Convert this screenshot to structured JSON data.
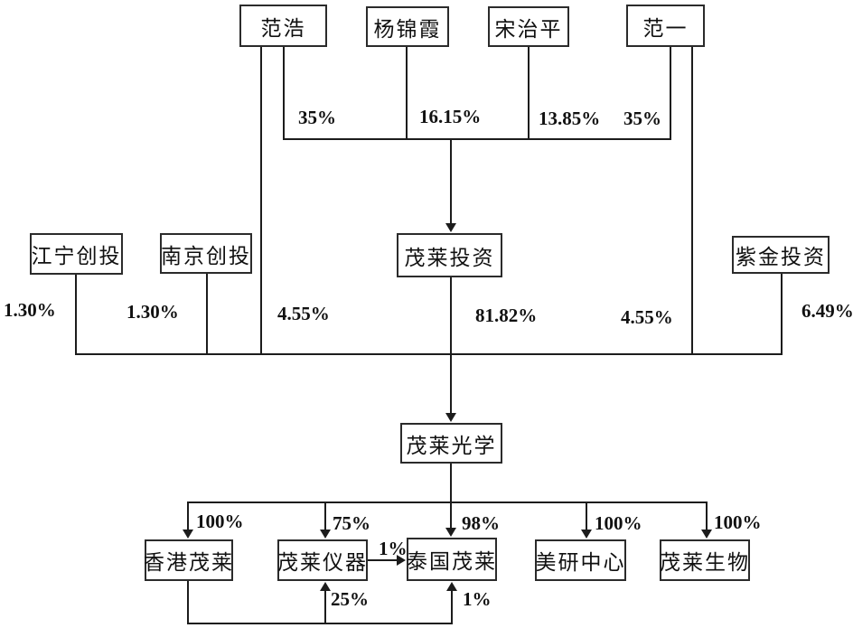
{
  "colors": {
    "background": "#ffffff",
    "line": "#1c1c1c",
    "text": "#111111"
  },
  "nodes": {
    "fan_hao": {
      "label": "范浩"
    },
    "yang_jinxia": {
      "label": "杨锦霞"
    },
    "song_zhiping": {
      "label": "宋治平"
    },
    "fan_yi": {
      "label": "范一"
    },
    "jiangning_chuangtou": {
      "label": "江宁创投"
    },
    "nanjing_chuangtou": {
      "label": "南京创投"
    },
    "maolai_touzi": {
      "label": "茂莱投资"
    },
    "zijin_touzi": {
      "label": "紫金投资"
    },
    "maolai_guangxue": {
      "label": "茂莱光学"
    },
    "xianggang_maolai": {
      "label": "香港茂莱"
    },
    "maolai_yiqi": {
      "label": "茂莱仪器"
    },
    "taiguo_maolai": {
      "label": "泰国茂莱"
    },
    "meiyan_zhongxin": {
      "label": "美研中心"
    },
    "maolai_shengwu": {
      "label": "茂莱生物"
    }
  },
  "edges": {
    "fan_hao_to_maolai_touzi": {
      "percent": "35%"
    },
    "yang_jinxia_to_maolai_touzi": {
      "percent": "16.15%"
    },
    "song_zhiping_to_maolai_touzi": {
      "percent": "13.85%"
    },
    "fan_yi_to_maolai_touzi": {
      "percent": "35%"
    },
    "jiangning_to_maolai_guangxue": {
      "percent": "1.30%"
    },
    "nanjing_to_maolai_guangxue": {
      "percent": "1.30%"
    },
    "fan_hao_to_maolai_guangxue": {
      "percent": "4.55%"
    },
    "maolai_touzi_to_maolai_guangxue": {
      "percent": "81.82%"
    },
    "fan_yi_to_maolai_guangxue": {
      "percent": "4.55%"
    },
    "zijin_to_maolai_guangxue": {
      "percent": "6.49%"
    },
    "maolai_guangxue_to_xianggang": {
      "percent": "100%"
    },
    "maolai_guangxue_to_yiqi": {
      "percent": "75%"
    },
    "maolai_guangxue_to_taiguo": {
      "percent": "98%"
    },
    "maolai_guangxue_to_meiyan": {
      "percent": "100%"
    },
    "maolai_guangxue_to_shengwu": {
      "percent": "100%"
    },
    "yiqi_to_taiguo": {
      "percent": "1%"
    },
    "xianggang_to_yiqi": {
      "percent": "25%"
    },
    "xianggang_to_taiguo": {
      "percent": "1%"
    }
  }
}
